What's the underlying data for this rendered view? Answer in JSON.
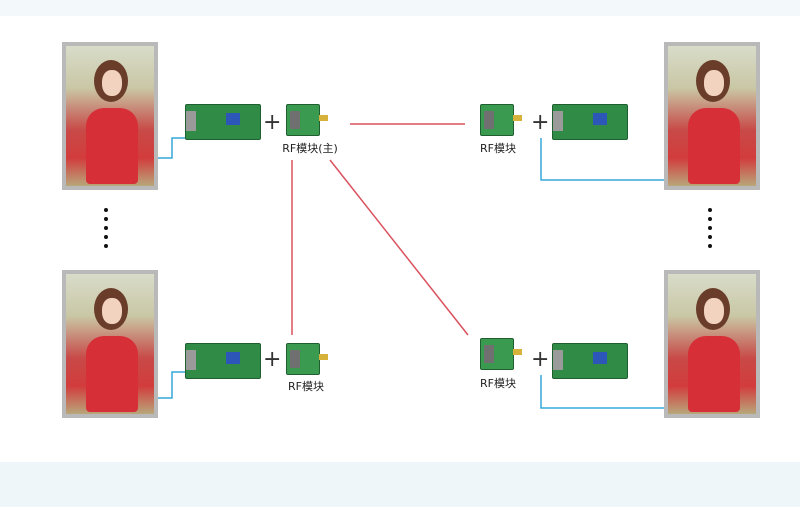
{
  "labels": {
    "rf_master": "RF模块(主)",
    "rf_top_right": "RF模块",
    "rf_bottom_left": "RF模块",
    "rf_bottom_right": "RF模块"
  },
  "symbols": {
    "plus": "+"
  },
  "colors": {
    "wireless_link": "#d9525e",
    "cable": "#35a9d8",
    "board": "#2f8b45"
  }
}
